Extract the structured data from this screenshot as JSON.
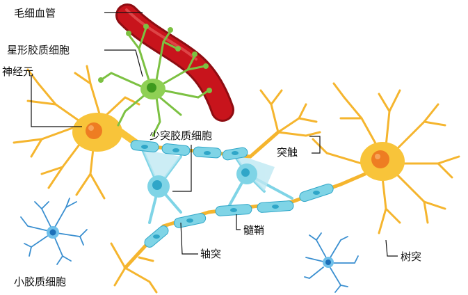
{
  "labels": {
    "capillary": "毛细血管",
    "astrocyte": "星形胶质细胞",
    "neuron": "神经元",
    "oligodendrocyte": "少突胶质细胞",
    "synapse": "突触",
    "myelin": "髓鞘",
    "microglia": "小胶质细胞",
    "axon": "轴突",
    "dendrite": "树突"
  },
  "colors": {
    "neuron_body": "#f8c43a",
    "neuron_light": "#fde58a",
    "nucleus": "#ee7d22",
    "vessel": "#c8141c",
    "vessel_dark": "#8e0d12",
    "astrocyte": "#7cc142",
    "astro_nucleus": "#3e9a1e",
    "glia": "#7fd4e6",
    "glia_dark": "#2fa6c8",
    "micro": "#3a8fd0",
    "text": "#111111"
  }
}
